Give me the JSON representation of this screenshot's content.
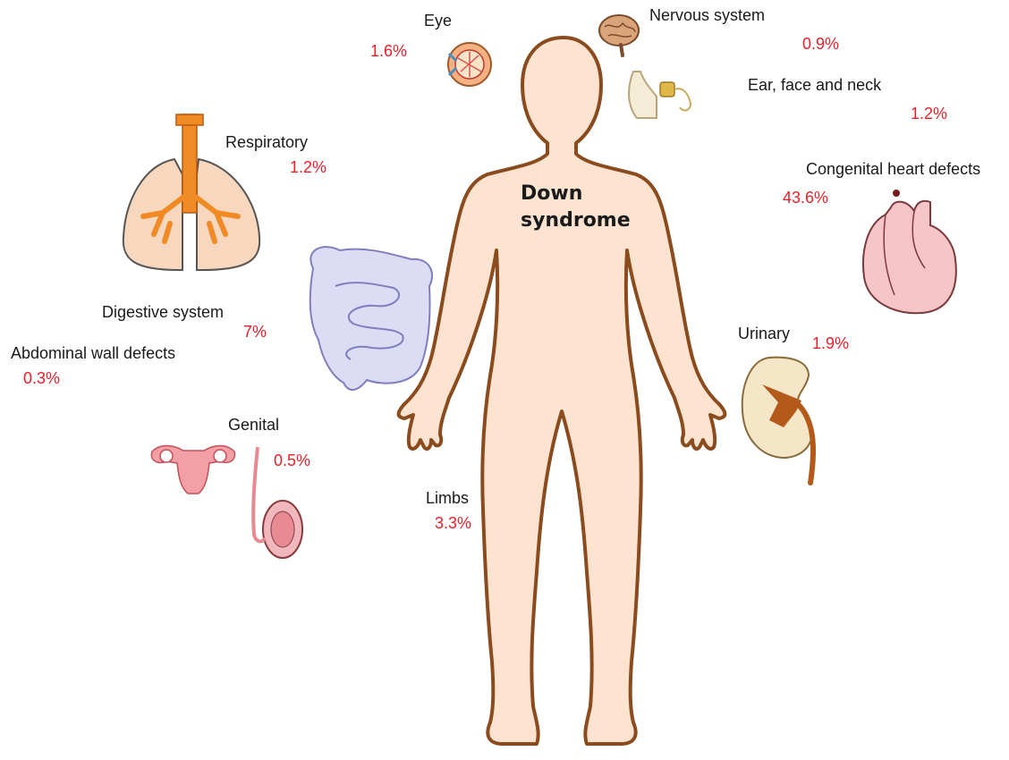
{
  "title_lines": [
    "Down",
    "syndrome"
  ],
  "colors": {
    "label": "#1a1a1a",
    "percent": "#e8202a",
    "body_fill": "#fde3d0",
    "body_outline": "#8a4b1e"
  },
  "organs": {
    "eye": {
      "label": "Eye",
      "percent": "1.6%",
      "icon": "eye-icon"
    },
    "nervous": {
      "label": "Nervous system",
      "percent": "0.9%",
      "icon": "brain-icon"
    },
    "ear": {
      "label": "Ear, face and neck",
      "percent": "1.2%",
      "icon": "ear-icon"
    },
    "respiratory": {
      "label": "Respiratory",
      "percent": "1.2%",
      "icon": "lungs-icon"
    },
    "heart": {
      "label": "Congenital heart defects",
      "percent": "43.6%",
      "icon": "heart-icon"
    },
    "digestive": {
      "label": "Digestive system",
      "percent": "7%",
      "icon": "intestine-icon"
    },
    "abdominal": {
      "label": "Abdominal wall defects",
      "percent": "0.3%"
    },
    "urinary": {
      "label": "Urinary",
      "percent": "1.9%",
      "icon": "kidney-icon"
    },
    "genital": {
      "label": "Genital",
      "percent": "0.5%",
      "icon": "reproductive-organs-icon"
    },
    "limbs": {
      "label": "Limbs",
      "percent": "3.3%"
    }
  }
}
